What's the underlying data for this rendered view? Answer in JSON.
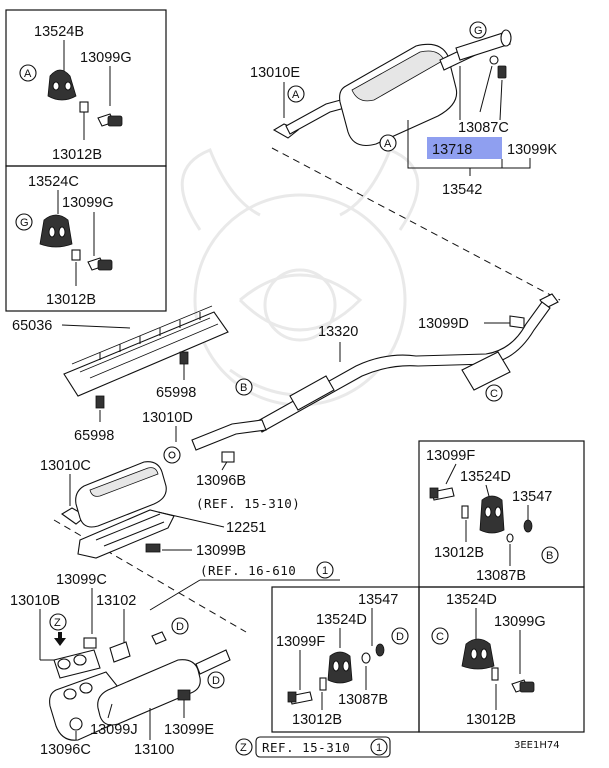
{
  "highlighted_part": "13718",
  "highlight_color": "#8f9ff0",
  "callouts": {
    "g": "G",
    "a": "A",
    "b": "B",
    "c": "C",
    "d": "D",
    "z": "Z",
    "one": "1"
  },
  "labels": {
    "p13524B": "13524B",
    "p13099G_a": "13099G",
    "p13012B_a": "13012B",
    "p13524C": "13524C",
    "p13099G_b": "13099G",
    "p13012B_b": "13012B",
    "p13010E": "13010E",
    "p13087C": "13087C",
    "p13718": "13718",
    "p13099K": "13099K",
    "p13542": "13542",
    "p65036": "65036",
    "p13320": "13320",
    "p13099D": "13099D",
    "p65998_a": "65998",
    "p65998_b": "65998",
    "p13010D": "13010D",
    "p13010C": "13010C",
    "p13096B": "13096B",
    "p12251": "12251",
    "p13099B": "13099B",
    "p13099C": "13099C",
    "p13010B": "13010B",
    "p13102": "13102",
    "p13099J": "13099J",
    "p13100": "13100",
    "p13099E": "13099E",
    "p13096C": "13096C",
    "p13099F_a": "13099F",
    "p13524D_a": "13524D",
    "p13547_a": "13547",
    "p13012B_c": "13012B",
    "p13087B_a": "13087B",
    "p13547_b": "13547",
    "p13524D_b": "13524D",
    "p13099F_b": "13099F",
    "p13087B_b": "13087B",
    "p13012B_d": "13012B",
    "p13524D_c": "13524D",
    "p13099G_c": "13099G",
    "p13012B_e": "13012B"
  },
  "references": {
    "ref_15_310": "(REF. 15-310)",
    "ref_16_610": "(REF. 16-610",
    "ref_bottom": "REF. 15-310"
  },
  "diagram_code": "3EE1H74"
}
